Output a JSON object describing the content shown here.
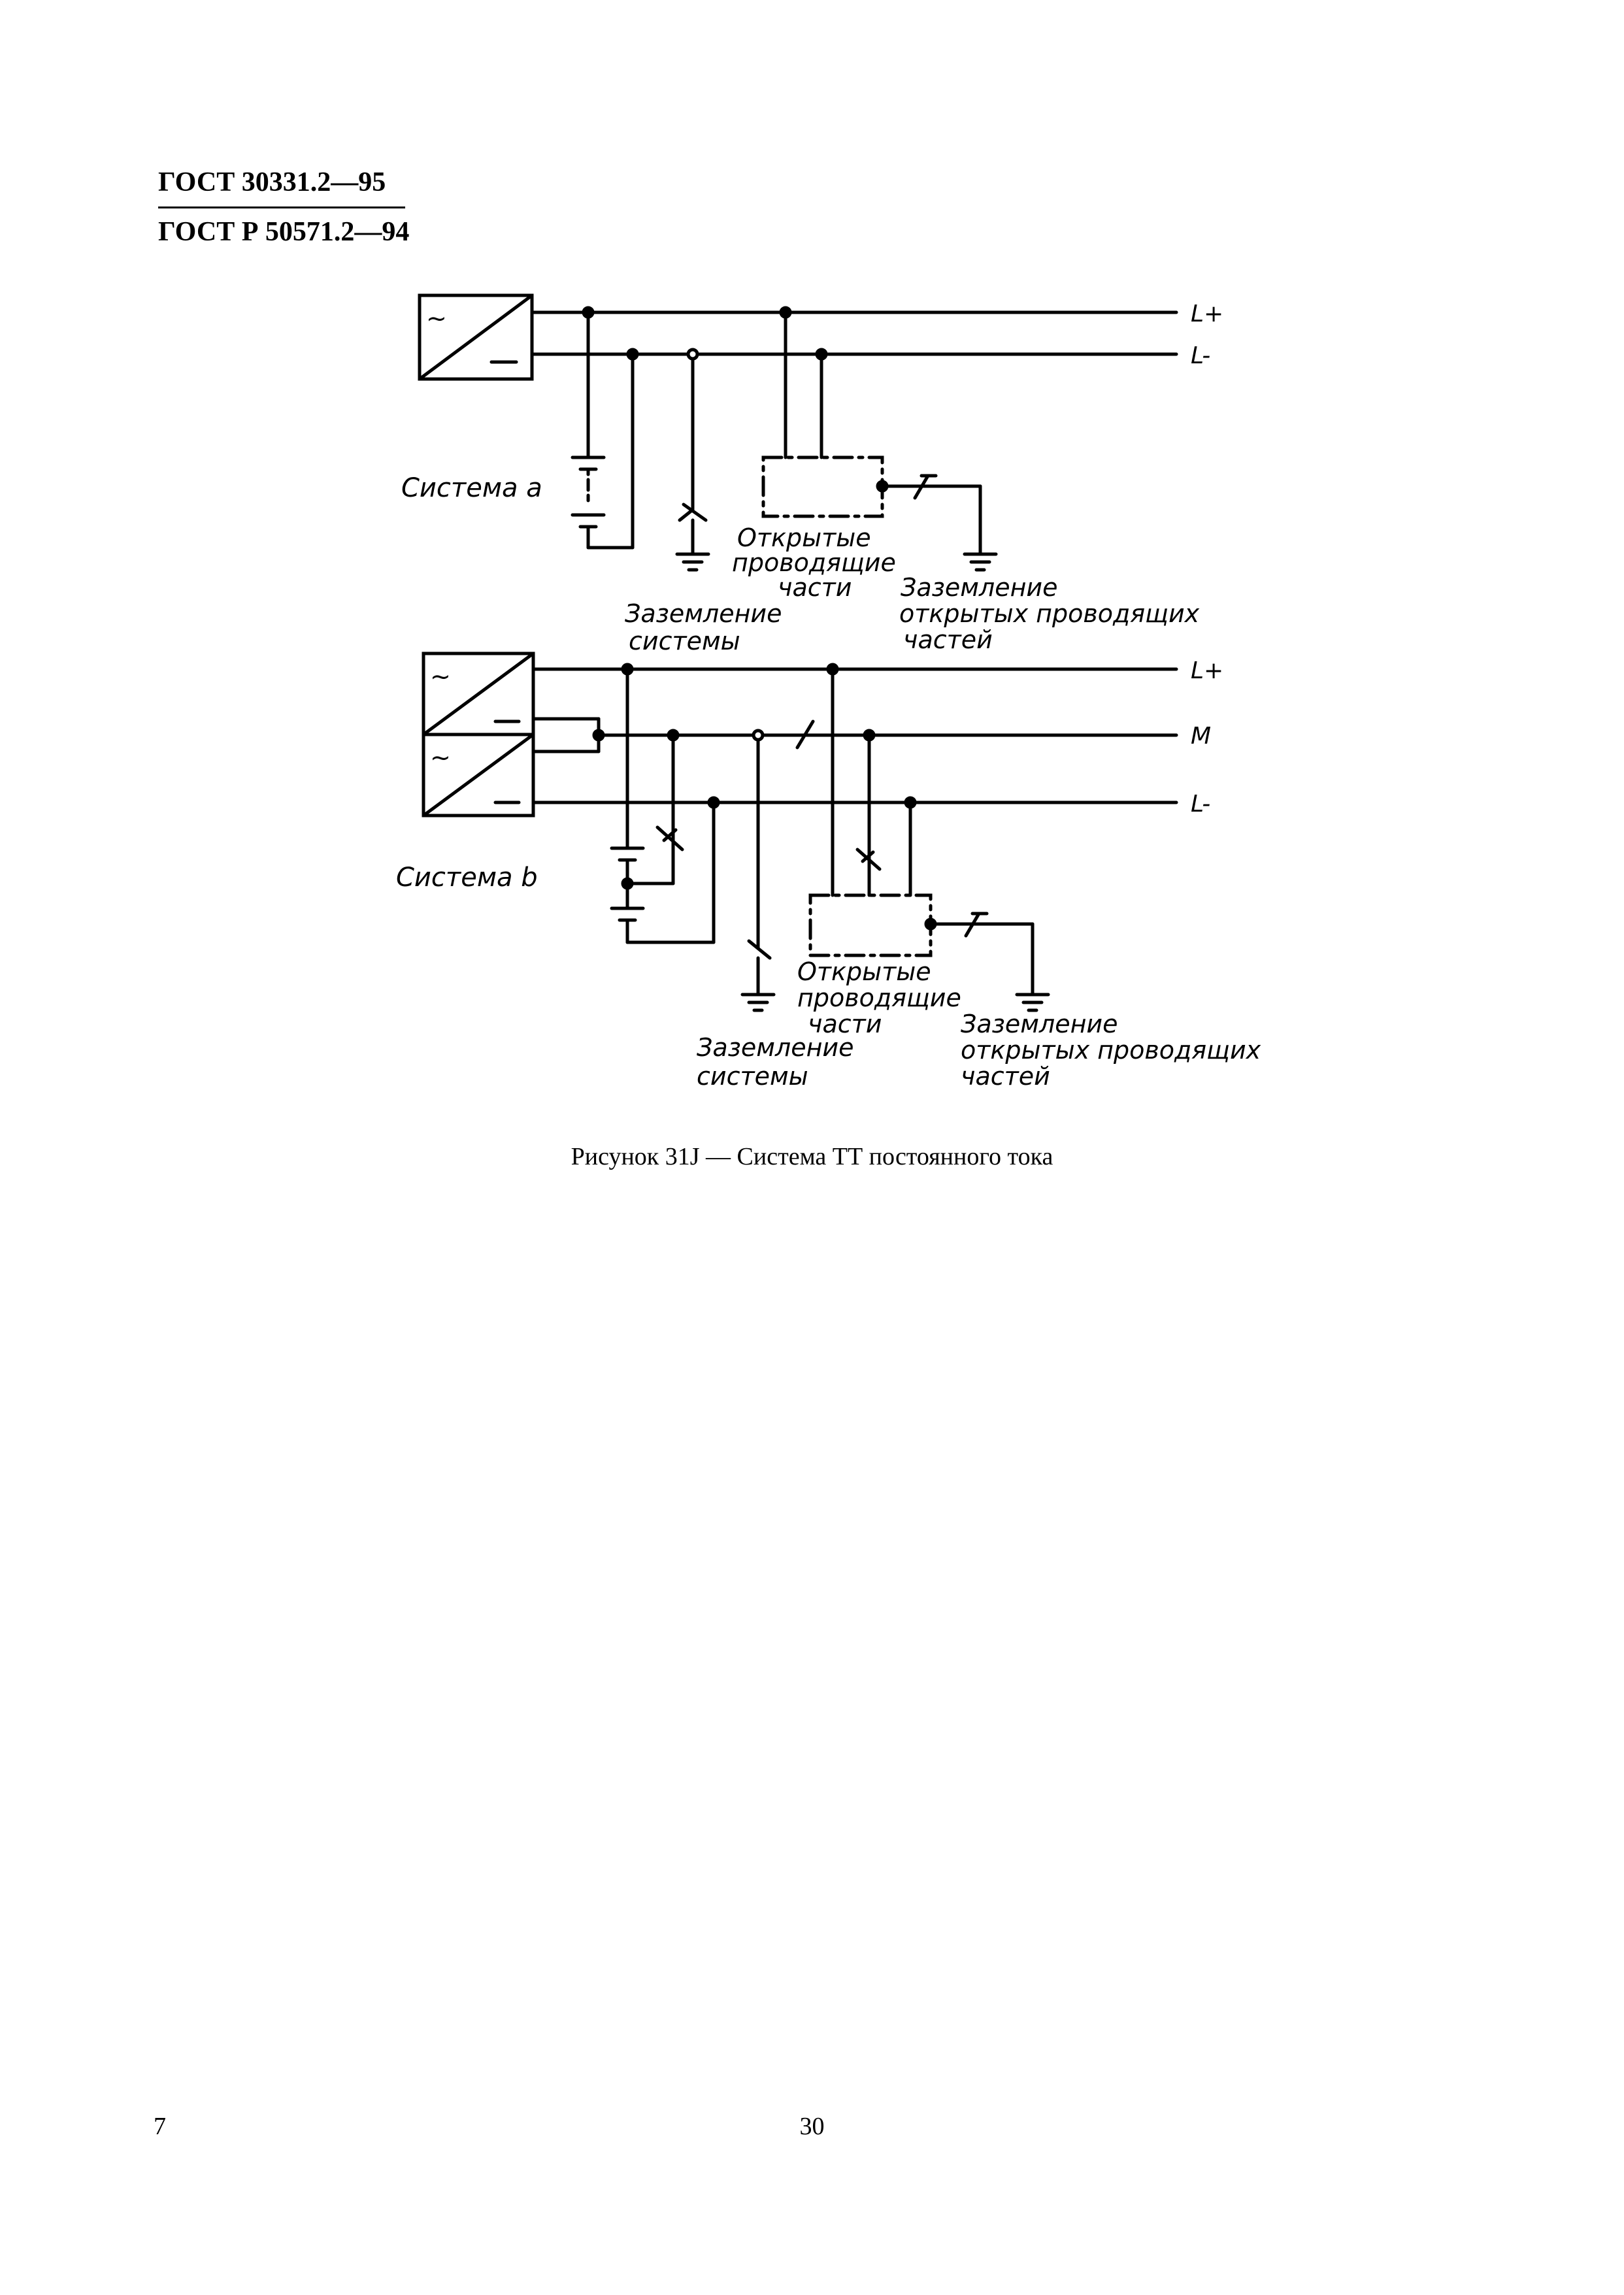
{
  "header": {
    "std_line_1": "ГОСТ 30331.2—95",
    "std_line_2": "ГОСТ Р 50571.2—94"
  },
  "diagram": {
    "system_a": {
      "label": "Система a",
      "bus_labels": [
        "L+",
        "L-"
      ],
      "exposed_parts_label": [
        "Открытые",
        "проводящие",
        "части"
      ],
      "system_earthing_label": [
        "Заземление",
        "системы"
      ],
      "exposed_earthing_label": [
        "Заземление",
        "открытых проводящих",
        "частей"
      ]
    },
    "system_b": {
      "label": "Система b",
      "bus_labels": [
        "L+",
        "M",
        "L-"
      ],
      "exposed_parts_label": [
        "Открытые",
        "проводящие",
        "части"
      ],
      "system_earthing_label": [
        "Заземление",
        "системы"
      ],
      "exposed_earthing_label": [
        "Заземление",
        "открытых проводящих",
        "частей"
      ]
    },
    "converter_symbols": {
      "ac": "~",
      "dc": "—"
    }
  },
  "caption": "Рисунок 31J — Система ТТ постоянного тока",
  "footer": {
    "left_number": "7",
    "page_number": "30"
  }
}
